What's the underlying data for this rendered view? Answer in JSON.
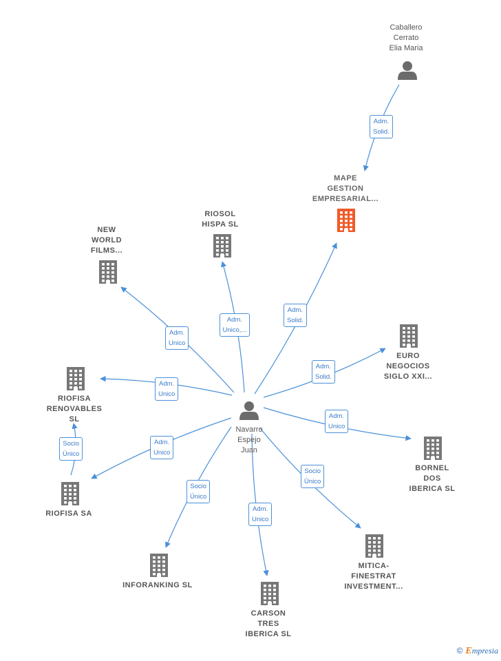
{
  "colors": {
    "edge": "#4a90d9",
    "building": "#777777",
    "highlight": "#f05a28",
    "person": "#6b6b6b"
  },
  "people": [
    {
      "id": "navarro",
      "lines": [
        "Navarro",
        "Espejo",
        "Juan"
      ]
    },
    {
      "id": "caballero",
      "lines": [
        "Caballero",
        "Cerrato",
        "Elia Maria"
      ]
    }
  ],
  "companies": [
    {
      "id": "mape",
      "lines": [
        "MAPE",
        "GESTION",
        "EMPRESARIAL..."
      ],
      "highlight": true
    },
    {
      "id": "riosol",
      "lines": [
        "RIOSOL",
        "HISPA SL"
      ]
    },
    {
      "id": "newworld",
      "lines": [
        "NEW",
        "WORLD",
        "FILMS..."
      ]
    },
    {
      "id": "euro",
      "lines": [
        "EURO",
        "NEGOCIOS",
        "SIGLO XXI..."
      ]
    },
    {
      "id": "riofisaren",
      "lines": [
        "RIOFISA",
        "RENOVABLES",
        "SL"
      ]
    },
    {
      "id": "bornel",
      "lines": [
        "BORNEL",
        "DOS",
        "IBERICA SL"
      ]
    },
    {
      "id": "riofisa",
      "lines": [
        "RIOFISA SA"
      ]
    },
    {
      "id": "mitica",
      "lines": [
        "MITICA-",
        "FINESTRAT",
        "INVESTMENT..."
      ]
    },
    {
      "id": "inforanking",
      "lines": [
        "INFORANKING SL"
      ]
    },
    {
      "id": "carson",
      "lines": [
        "CARSON",
        "TRES",
        "IBERICA SL"
      ]
    }
  ],
  "edges": [
    {
      "from": "caballero",
      "to": "mape",
      "label": [
        "Adm.",
        "Solid."
      ]
    },
    {
      "from": "navarro",
      "to": "mape",
      "label": [
        "Adm.",
        "Solid."
      ]
    },
    {
      "from": "navarro",
      "to": "riosol",
      "label": [
        "Adm.",
        "Unico,..."
      ]
    },
    {
      "from": "navarro",
      "to": "newworld",
      "label": [
        "Adm.",
        "Unico"
      ]
    },
    {
      "from": "navarro",
      "to": "euro",
      "label": [
        "Adm.",
        "Solid."
      ]
    },
    {
      "from": "navarro",
      "to": "riofisaren",
      "label": [
        "Adm.",
        "Unico"
      ]
    },
    {
      "from": "navarro",
      "to": "bornel",
      "label": [
        "Adm.",
        "Unico"
      ]
    },
    {
      "from": "navarro",
      "to": "riofisa",
      "label": [
        "Adm.",
        "Unico"
      ]
    },
    {
      "from": "riofisa",
      "to": "riofisaren",
      "label": [
        "Socio",
        "Único"
      ]
    },
    {
      "from": "navarro",
      "to": "mitica",
      "label": [
        "Socio",
        "Único"
      ]
    },
    {
      "from": "navarro",
      "to": "inforanking",
      "label": [
        "Socio",
        "Único"
      ]
    },
    {
      "from": "navarro",
      "to": "carson",
      "label": [
        "Adm.",
        "Unico"
      ]
    }
  ],
  "footer": {
    "copyright": "©",
    "brand_initial": "E",
    "brand_rest": "mpresia"
  }
}
